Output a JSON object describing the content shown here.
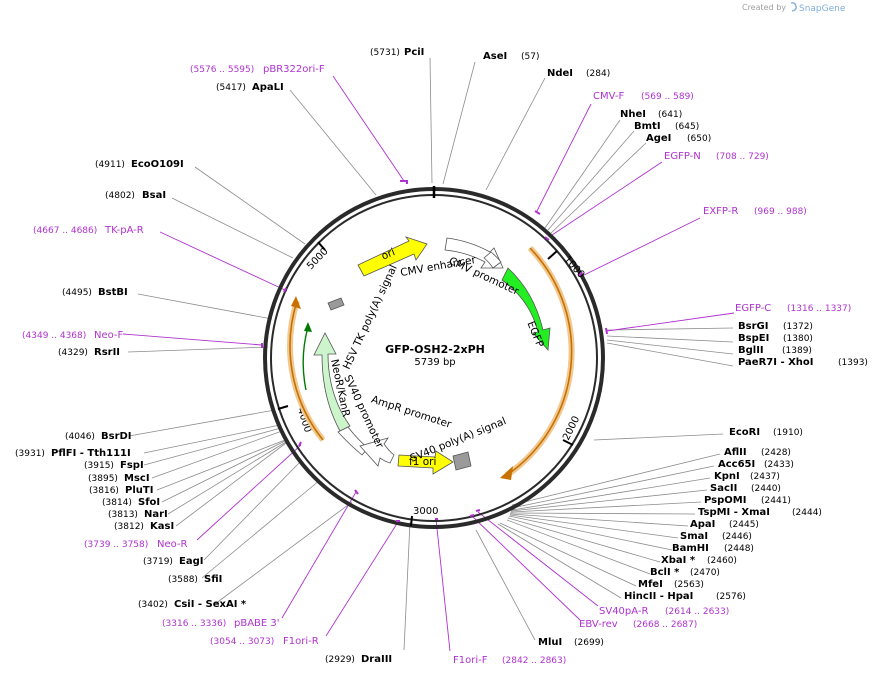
{
  "credit": {
    "prefix": "Created by",
    "brand": "SnapGene"
  },
  "plasmid": {
    "name": "GFP-OSH2-2xPH",
    "length_label": "5739 bp"
  },
  "ticks": [
    "1000",
    "2000",
    "3000",
    "4000",
    "5000"
  ],
  "features": [
    {
      "name": "ori"
    },
    {
      "name": "CMV enhancer"
    },
    {
      "name": "CMV promoter"
    },
    {
      "name": "EGFP"
    },
    {
      "name": "HSV TK poly(A) signal"
    },
    {
      "name": "NeoR/KanR"
    },
    {
      "name": "SV40 promoter"
    },
    {
      "name": "AmpR promoter"
    },
    {
      "name": "SV40 poly(A) signal"
    },
    {
      "name": "f1 ori"
    }
  ],
  "sites": [
    {
      "pos": "(5731)",
      "name": "PciI"
    },
    {
      "pos": "(57)",
      "name": "AseI"
    },
    {
      "pos": "(284)",
      "name": "NdeI"
    },
    {
      "pos": "(641)",
      "name": "NheI"
    },
    {
      "pos": "(645)",
      "name": "BmtI"
    },
    {
      "pos": "(650)",
      "name": "AgeI"
    },
    {
      "pos": "(5417)",
      "name": "ApaLI"
    },
    {
      "pos": "(4911)",
      "name": "EcoO109I"
    },
    {
      "pos": "(4802)",
      "name": "BsaI"
    },
    {
      "pos": "(4495)",
      "name": "BstBI"
    },
    {
      "pos": "(4329)",
      "name": "RsrII"
    },
    {
      "pos": "(1372)",
      "name": "BsrGI"
    },
    {
      "pos": "(1380)",
      "name": "BspEI"
    },
    {
      "pos": "(1389)",
      "name": "BglII"
    },
    {
      "pos": "(1393)",
      "name": "PaeR7I  - XhoI"
    },
    {
      "pos": "(1910)",
      "name": "EcoRI"
    },
    {
      "pos": "(2428)",
      "name": "AflII"
    },
    {
      "pos": "(2433)",
      "name": "Acc65I"
    },
    {
      "pos": "(2437)",
      "name": "KpnI"
    },
    {
      "pos": "(2440)",
      "name": "SacII"
    },
    {
      "pos": "(2441)",
      "name": "PspOMI"
    },
    {
      "pos": "(2444)",
      "name": "TspMI  - XmaI"
    },
    {
      "pos": "(2445)",
      "name": "ApaI"
    },
    {
      "pos": "(2446)",
      "name": "SmaI"
    },
    {
      "pos": "(2448)",
      "name": "BamHI"
    },
    {
      "pos": "(2460)",
      "name": "XbaI *"
    },
    {
      "pos": "(2470)",
      "name": "BclI *"
    },
    {
      "pos": "(2563)",
      "name": "MfeI"
    },
    {
      "pos": "(2576)",
      "name": "HincII  - HpaI"
    },
    {
      "pos": "(2699)",
      "name": "MluI"
    },
    {
      "pos": "(4046)",
      "name": "BsrDI"
    },
    {
      "pos": "(3931)",
      "name": "PflFI  - Tth111I"
    },
    {
      "pos": "(3915)",
      "name": "FspI"
    },
    {
      "pos": "(3895)",
      "name": "MscI"
    },
    {
      "pos": "(3816)",
      "name": "PluTI"
    },
    {
      "pos": "(3814)",
      "name": "SfoI"
    },
    {
      "pos": "(3813)",
      "name": "NarI"
    },
    {
      "pos": "(3812)",
      "name": "KasI"
    },
    {
      "pos": "(3719)",
      "name": "EagI"
    },
    {
      "pos": "(3588)",
      "name": "SfiI"
    },
    {
      "pos": "(3402)",
      "name": "CsiI  - SexAI *"
    },
    {
      "pos": "(2929)",
      "name": "DraIII"
    }
  ],
  "primers": [
    {
      "pos": "(5576 .. 5595)",
      "name": "pBR322ori-F"
    },
    {
      "pos": "(569 .. 589)",
      "name": "CMV-F"
    },
    {
      "pos": "(708 .. 729)",
      "name": "EGFP-N"
    },
    {
      "pos": "(969 .. 988)",
      "name": "EXFP-R"
    },
    {
      "pos": "(1316 .. 1337)",
      "name": "EGFP-C"
    },
    {
      "pos": "(4667 .. 4686)",
      "name": "TK-pA-R"
    },
    {
      "pos": "(4349 .. 4368)",
      "name": "Neo-F"
    },
    {
      "pos": "(3739 .. 3758)",
      "name": "Neo-R"
    },
    {
      "pos": "(3316 .. 3336)",
      "name": "pBABE 3'"
    },
    {
      "pos": "(3054 .. 3073)",
      "name": "F1ori-R"
    },
    {
      "pos": "(2842 .. 2863)",
      "name": "F1ori-F"
    },
    {
      "pos": "(2668 .. 2687)",
      "name": "EBV-rev"
    },
    {
      "pos": "(2614 .. 2633)",
      "name": "SV40pA-R"
    }
  ],
  "colors": {
    "backbone": "#2a2a2a",
    "site_line": "#8c8c8c",
    "primer": "#b032d0",
    "ori": "#ffff00",
    "egfp": "#22ee22",
    "neo": "#ccf5cc",
    "promoter": "#ffffff",
    "polyA": "#9a9a9a",
    "orf_arc": "#f0c890",
    "orf_arrow": "#c87000"
  }
}
